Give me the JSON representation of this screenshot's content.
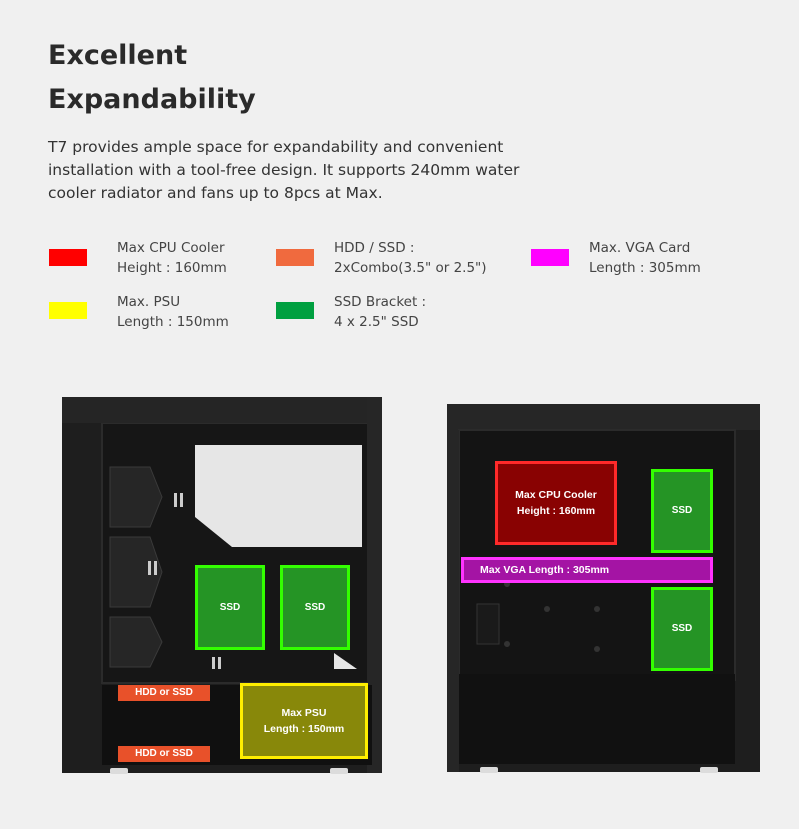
{
  "header": {
    "title_line1": "Excellent",
    "title_line2": "Expandability"
  },
  "description": {
    "line1": "T7 provides ample space for expandability and convenient",
    "line2": "installation with a tool-free design. It supports 240mm water",
    "line3": "cooler radiator and fans up to 8pcs at Max."
  },
  "legend": [
    {
      "color": "#ff0000",
      "line1": "Max CPU Cooler",
      "line2": "Height : 160mm"
    },
    {
      "color": "#f06a3e",
      "line1": "HDD / SSD :",
      "line2": "2xCombo(3.5\" or 2.5\")"
    },
    {
      "color": "#ff00ff",
      "line1": "Max. VGA Card",
      "line2": "Length : 305mm"
    },
    {
      "color": "#ffff00",
      "line1": "Max. PSU",
      "line2": "Length : 150mm"
    },
    {
      "color": "#00a040",
      "line1": "SSD Bracket :",
      "line2": "4 x 2.5\" SSD"
    }
  ],
  "left_case": {
    "ssd_label": "SSD",
    "hdd_label": "HDD or SSD",
    "psu_line1": "Max PSU",
    "psu_line2": "Length : 150mm"
  },
  "right_case": {
    "cpu_line1": "Max CPU Cooler",
    "cpu_line2": "Height : 160mm",
    "vga_label": "Max VGA Length : 305mm",
    "ssd_label": "SSD"
  }
}
